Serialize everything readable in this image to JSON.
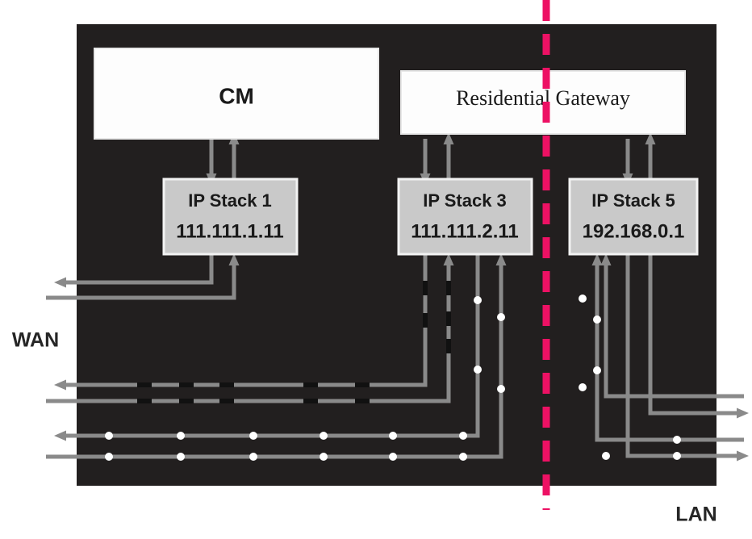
{
  "diagram": {
    "title_boxes": [
      {
        "id": "cm",
        "label": "CM"
      },
      {
        "id": "residential-gateway",
        "label": "Residential Gateway"
      }
    ],
    "ip_stacks": [
      {
        "id": "ip-stack-1",
        "name": "IP Stack 1",
        "address": "111.111.1.11"
      },
      {
        "id": "ip-stack-3",
        "name": "IP Stack 3",
        "address": "111.111.2.11"
      },
      {
        "id": "ip-stack-5",
        "name": "IP Stack 5",
        "address": "192.168.0.1"
      }
    ],
    "edge_labels": [
      {
        "id": "wan",
        "label": "WAN"
      },
      {
        "id": "lan",
        "label": "LAN"
      }
    ],
    "divider": {
      "name": "wan-lan-boundary",
      "style": "dashed",
      "orientation": "vertical"
    },
    "colors": {
      "panel_background": "#221f1f",
      "page_background": "#ffffff",
      "title_box_fill": "#fdfdfd",
      "stack_box_fill": "#c9c9c9",
      "stack_box_stroke": "#f0f0f0",
      "connector": "#8a8a8a",
      "divider_accent": "#ed1164",
      "marker_dot": "#ffffff",
      "marker_dash": "#111111",
      "text": "#1a1a1a"
    }
  }
}
